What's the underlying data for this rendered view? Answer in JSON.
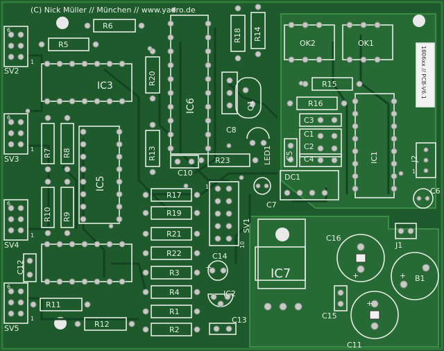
{
  "header": {
    "credit": "(C) Nick Müller // München // www.yadro.de"
  },
  "side_label": "1806xx // PCB-V6.1",
  "connectors": [
    {
      "label": "SV2",
      "pin_top": "6",
      "pin_bot": "1"
    },
    {
      "label": "SV3",
      "pin_top": "6",
      "pin_bot": "1"
    },
    {
      "label": "SV4",
      "pin_top": "6",
      "pin_bot": "1"
    },
    {
      "label": "SV5",
      "pin_top": "6",
      "pin_bot": "1"
    }
  ],
  "ics": [
    "IC3",
    "IC6",
    "IC5",
    "IC1",
    "IC2",
    "IC7",
    "DC1"
  ],
  "resistors": [
    "R6",
    "R5",
    "R20",
    "R18",
    "R14",
    "R15",
    "R16",
    "R7",
    "R8",
    "R13",
    "R23",
    "R10",
    "R9",
    "R17",
    "R19",
    "R21",
    "R22",
    "R3",
    "R4",
    "R1",
    "R2",
    "R11",
    "R12"
  ],
  "capacitors": [
    "C8",
    "C10",
    "C3",
    "C1",
    "C2",
    "C4",
    "C5",
    "C6",
    "C7",
    "C12",
    "C14",
    "C13",
    "C15",
    "C16",
    "C11"
  ],
  "others": {
    "q1": "Q1",
    "led": "LED1",
    "ok2": "OK2",
    "ok1": "OK1",
    "sv1": "SV1",
    "b1": "B1",
    "j1": "J1",
    "j2": "J2"
  },
  "pin_marks": {
    "sv1_1": "1",
    "sv1_10": "10",
    "j2_1": "1",
    "b1_plus": "+",
    "c16_plus": "+",
    "c14_plus": "+",
    "c11_plus": "+"
  }
}
